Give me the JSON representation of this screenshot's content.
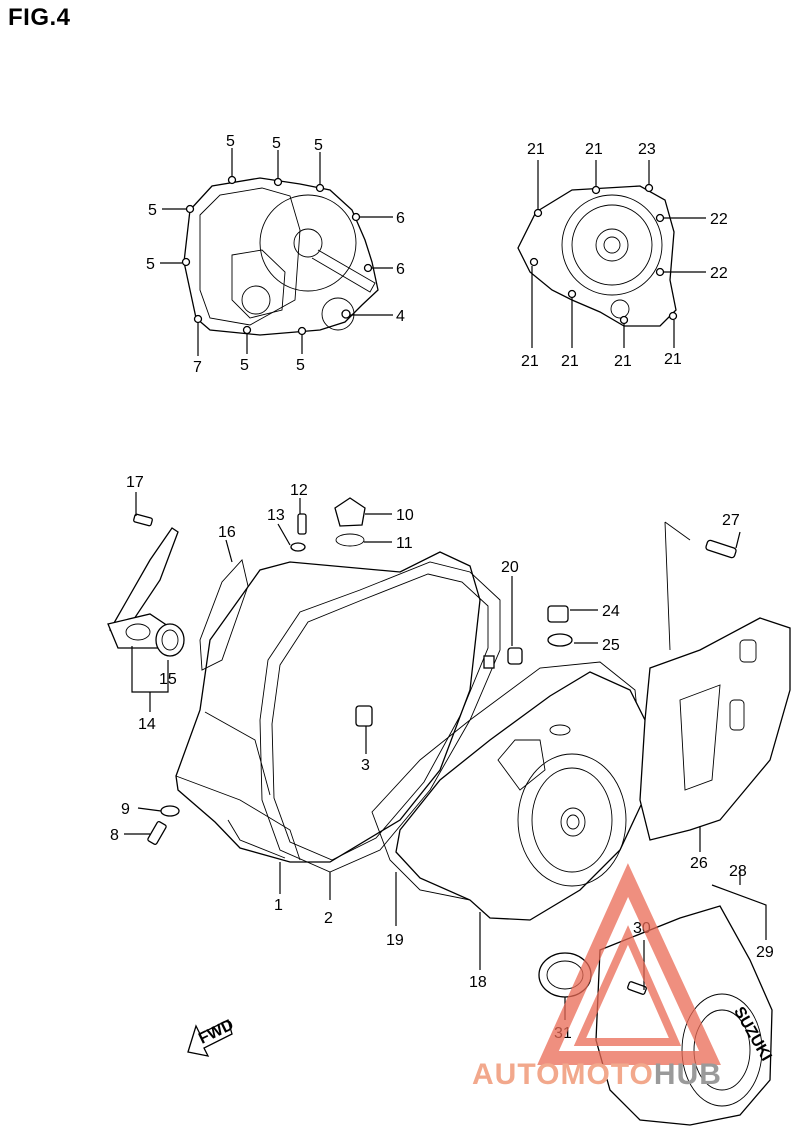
{
  "figure": {
    "title": "FIG.4"
  },
  "callouts": [
    {
      "id": "c5a",
      "label": "5"
    },
    {
      "id": "c5b",
      "label": "5"
    },
    {
      "id": "c5c",
      "label": "5"
    },
    {
      "id": "c5d",
      "label": "5"
    },
    {
      "id": "c5e",
      "label": "5"
    },
    {
      "id": "c6a",
      "label": "6"
    },
    {
      "id": "c6b",
      "label": "6"
    },
    {
      "id": "c4",
      "label": "4"
    },
    {
      "id": "c7",
      "label": "7"
    },
    {
      "id": "c5f",
      "label": "5"
    },
    {
      "id": "c5g",
      "label": "5"
    },
    {
      "id": "c21a",
      "label": "21"
    },
    {
      "id": "c21b",
      "label": "21"
    },
    {
      "id": "c23",
      "label": "23"
    },
    {
      "id": "c22a",
      "label": "22"
    },
    {
      "id": "c22b",
      "label": "22"
    },
    {
      "id": "c21c",
      "label": "21"
    },
    {
      "id": "c21d",
      "label": "21"
    },
    {
      "id": "c21e",
      "label": "21"
    },
    {
      "id": "c21f",
      "label": "21"
    },
    {
      "id": "c17",
      "label": "17"
    },
    {
      "id": "c12",
      "label": "12"
    },
    {
      "id": "c13",
      "label": "13"
    },
    {
      "id": "c10",
      "label": "10"
    },
    {
      "id": "c11",
      "label": "11"
    },
    {
      "id": "c16",
      "label": "16"
    },
    {
      "id": "c20",
      "label": "20"
    },
    {
      "id": "c27",
      "label": "27"
    },
    {
      "id": "c24",
      "label": "24"
    },
    {
      "id": "c25",
      "label": "25"
    },
    {
      "id": "c15",
      "label": "15"
    },
    {
      "id": "c14",
      "label": "14"
    },
    {
      "id": "c3",
      "label": "3"
    },
    {
      "id": "c9",
      "label": "9"
    },
    {
      "id": "c8",
      "label": "8"
    },
    {
      "id": "c26",
      "label": "26"
    },
    {
      "id": "c1",
      "label": "1"
    },
    {
      "id": "c2",
      "label": "2"
    },
    {
      "id": "c19",
      "label": "19"
    },
    {
      "id": "c18",
      "label": "18"
    },
    {
      "id": "c28",
      "label": "28"
    },
    {
      "id": "c29",
      "label": "29"
    },
    {
      "id": "c30",
      "label": "30"
    },
    {
      "id": "c31",
      "label": "31"
    }
  ],
  "fwd_label": "FWD",
  "cover_emblem_text": "SUZUKI",
  "watermark": {
    "part_a": "AUTOMOTO",
    "part_b": "HUB"
  }
}
